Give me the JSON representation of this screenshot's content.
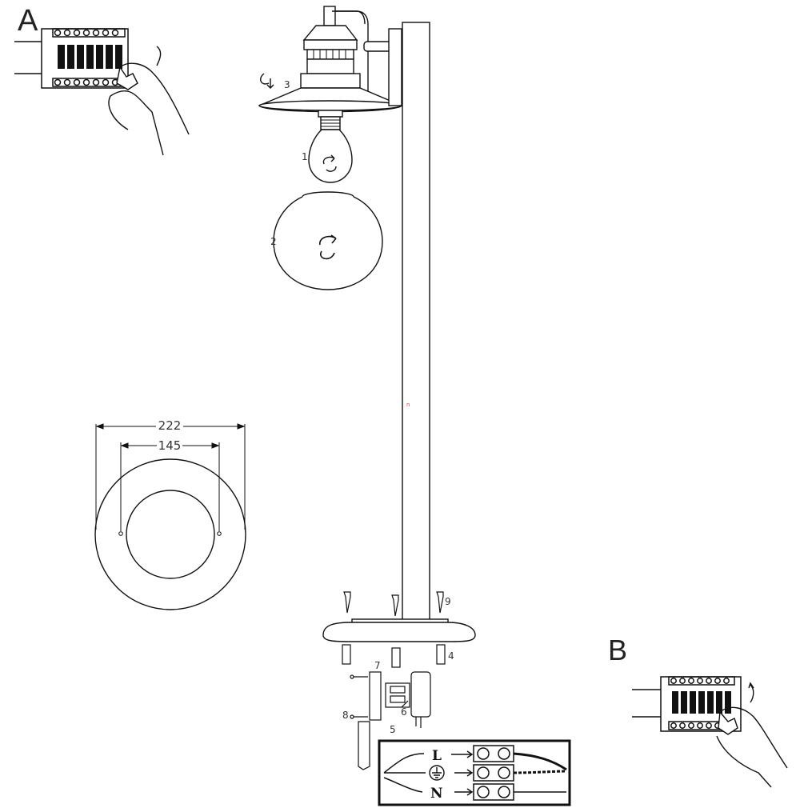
{
  "steps": {
    "a": "A",
    "b": "B"
  },
  "parts": [
    "1",
    "2",
    "3",
    "4",
    "5",
    "6",
    "7",
    "8",
    "9"
  ],
  "dimensions": {
    "outer": "222",
    "inner": "145"
  },
  "wiring": {
    "live": "L",
    "neutral": "N",
    "earth_icon": "earth-ground-symbol"
  },
  "marks": {
    "tiny": "n"
  }
}
